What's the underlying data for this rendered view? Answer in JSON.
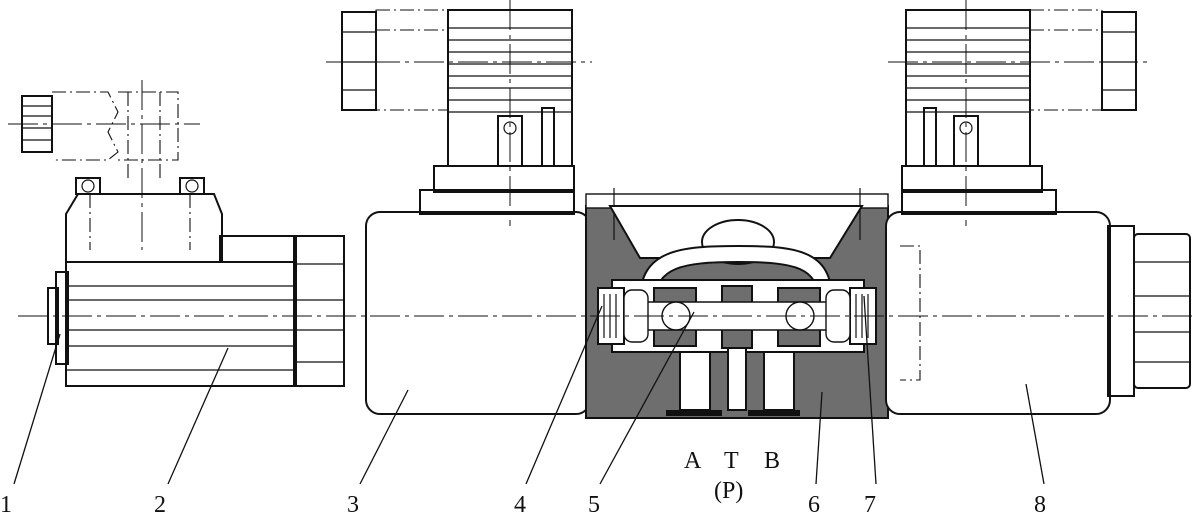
{
  "callouts": [
    {
      "id": "1",
      "label": "1"
    },
    {
      "id": "2",
      "label": "2"
    },
    {
      "id": "3",
      "label": "3"
    },
    {
      "id": "4",
      "label": "4"
    },
    {
      "id": "5",
      "label": "5"
    },
    {
      "id": "6",
      "label": "6"
    },
    {
      "id": "7",
      "label": "7"
    },
    {
      "id": "8",
      "label": "8"
    }
  ],
  "ports": {
    "a": "A",
    "t": "T",
    "b": "B",
    "p": "(P)"
  }
}
